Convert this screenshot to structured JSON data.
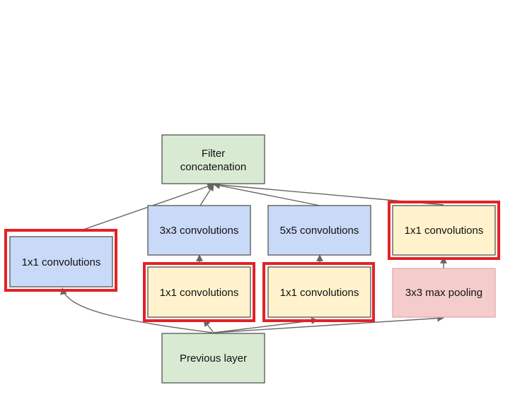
{
  "diagram": {
    "nodes": {
      "filter_concat": {
        "label_line1": "Filter",
        "label_line2": "concatenation",
        "fill": "#d9ead3",
        "stroke": "#555555"
      },
      "previous_layer": {
        "label": "Previous layer",
        "fill": "#d9ead3",
        "stroke": "#555555"
      },
      "conv1x1_left": {
        "label": "1x1 convolutions",
        "fill": "#c9daf8",
        "stroke": "#555555",
        "highlighted": true
      },
      "conv3x3": {
        "label": "3x3 convolutions",
        "fill": "#c9daf8",
        "stroke": "#555555"
      },
      "conv5x5": {
        "label": "5x5 convolutions",
        "fill": "#c9daf8",
        "stroke": "#555555"
      },
      "conv1x1_top_right": {
        "label": "1x1 convolutions",
        "fill": "#fff2cc",
        "stroke": "#555555",
        "highlighted": true
      },
      "conv1x1_reduce_3x3": {
        "label": "1x1 convolutions",
        "fill": "#fff2cc",
        "stroke": "#555555",
        "highlighted": true
      },
      "conv1x1_reduce_5x5": {
        "label": "1x1 convolutions",
        "fill": "#fff2cc",
        "stroke": "#555555",
        "highlighted": true
      },
      "maxpool3x3": {
        "label": "3x3 max pooling",
        "fill": "#f4cccc",
        "stroke": "#e6a7a7"
      }
    },
    "highlight_color": "#e32227",
    "arrow_color": "#666666"
  }
}
